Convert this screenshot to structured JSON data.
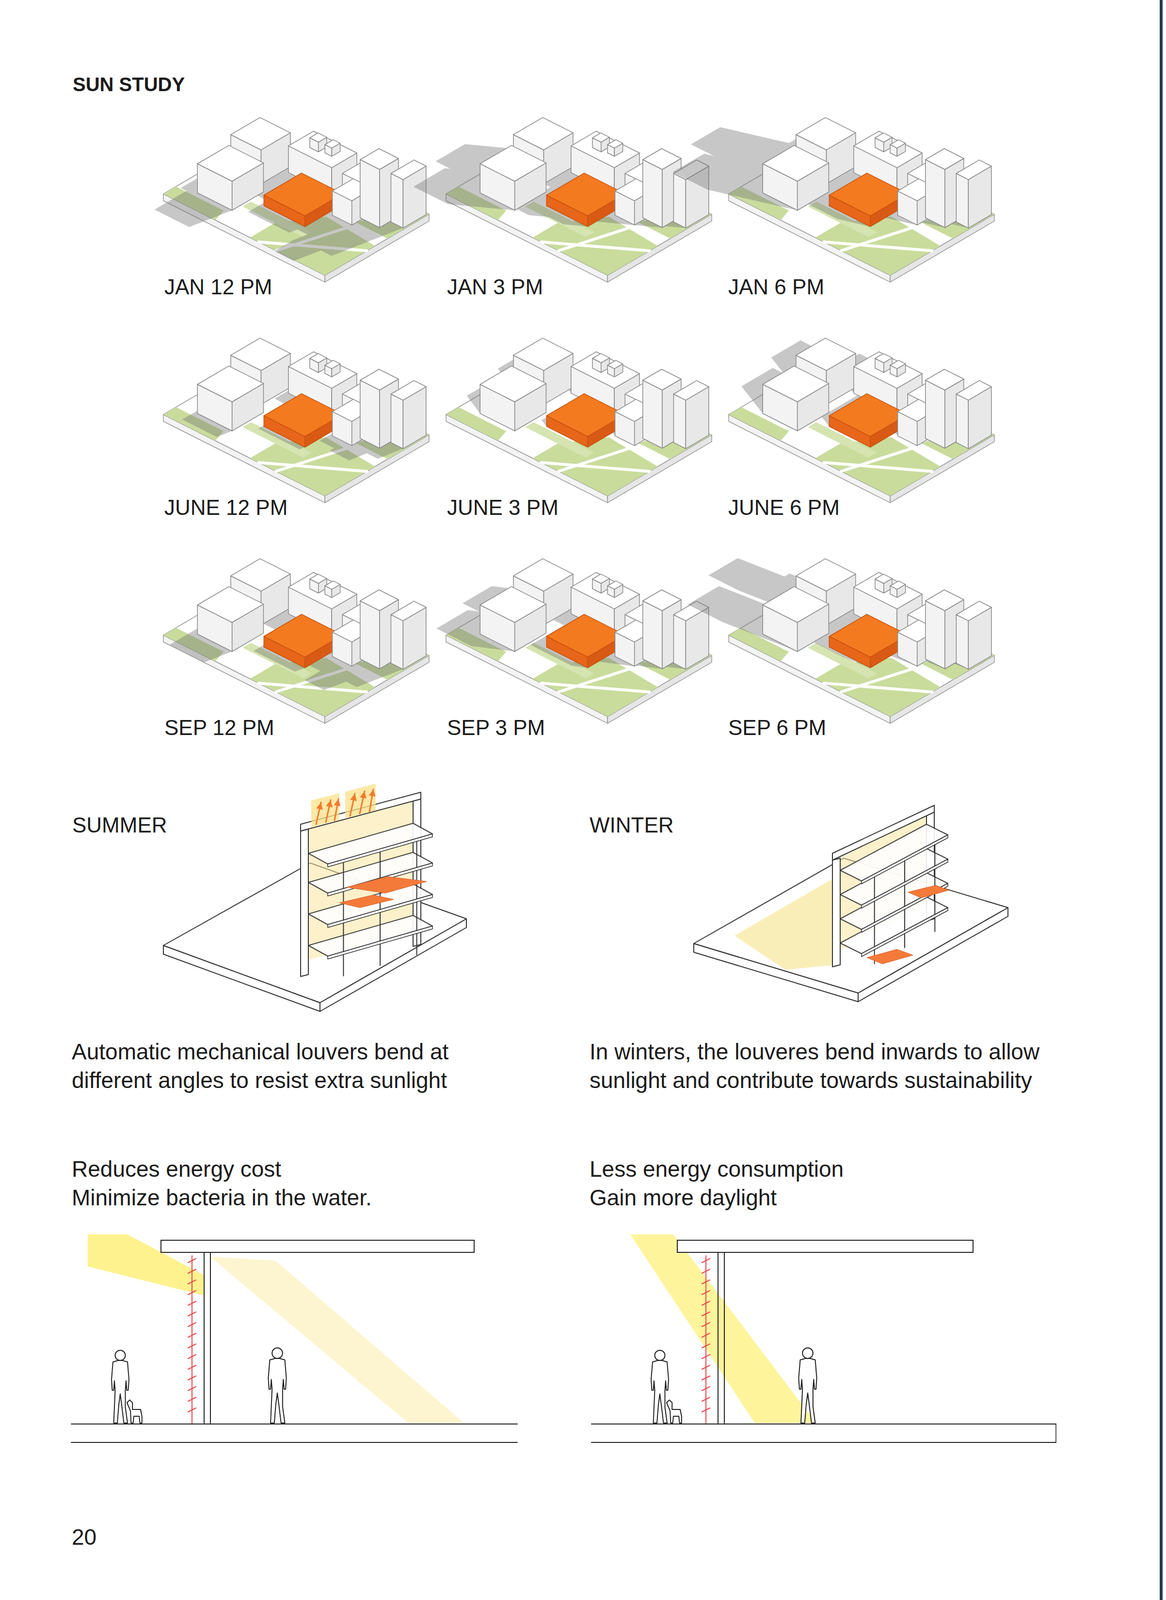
{
  "diagram": {
    "title": "SUN STUDY",
    "labels": [
      "JAN 12 PM",
      "JAN 3 PM",
      "JAN 6 PM",
      "JUNE 12 PM",
      "JUNE 3 PM",
      "JUNE 6 PM",
      "SEP 12 PM",
      "SEP 3 PM",
      "SEP 6 PM",
      "SUMMER",
      "WINTER",
      "Automatic mechanical louvers bend at different angles to resist extra sunlight",
      "In winters, the louveres bend inwards to allow sunlight and contribute towards sustainability",
      "Reduces energy cost",
      "Less energy consumption",
      "Minimize bacteria in the water.",
      "Gain more daylight",
      "20"
    ]
  }
}
